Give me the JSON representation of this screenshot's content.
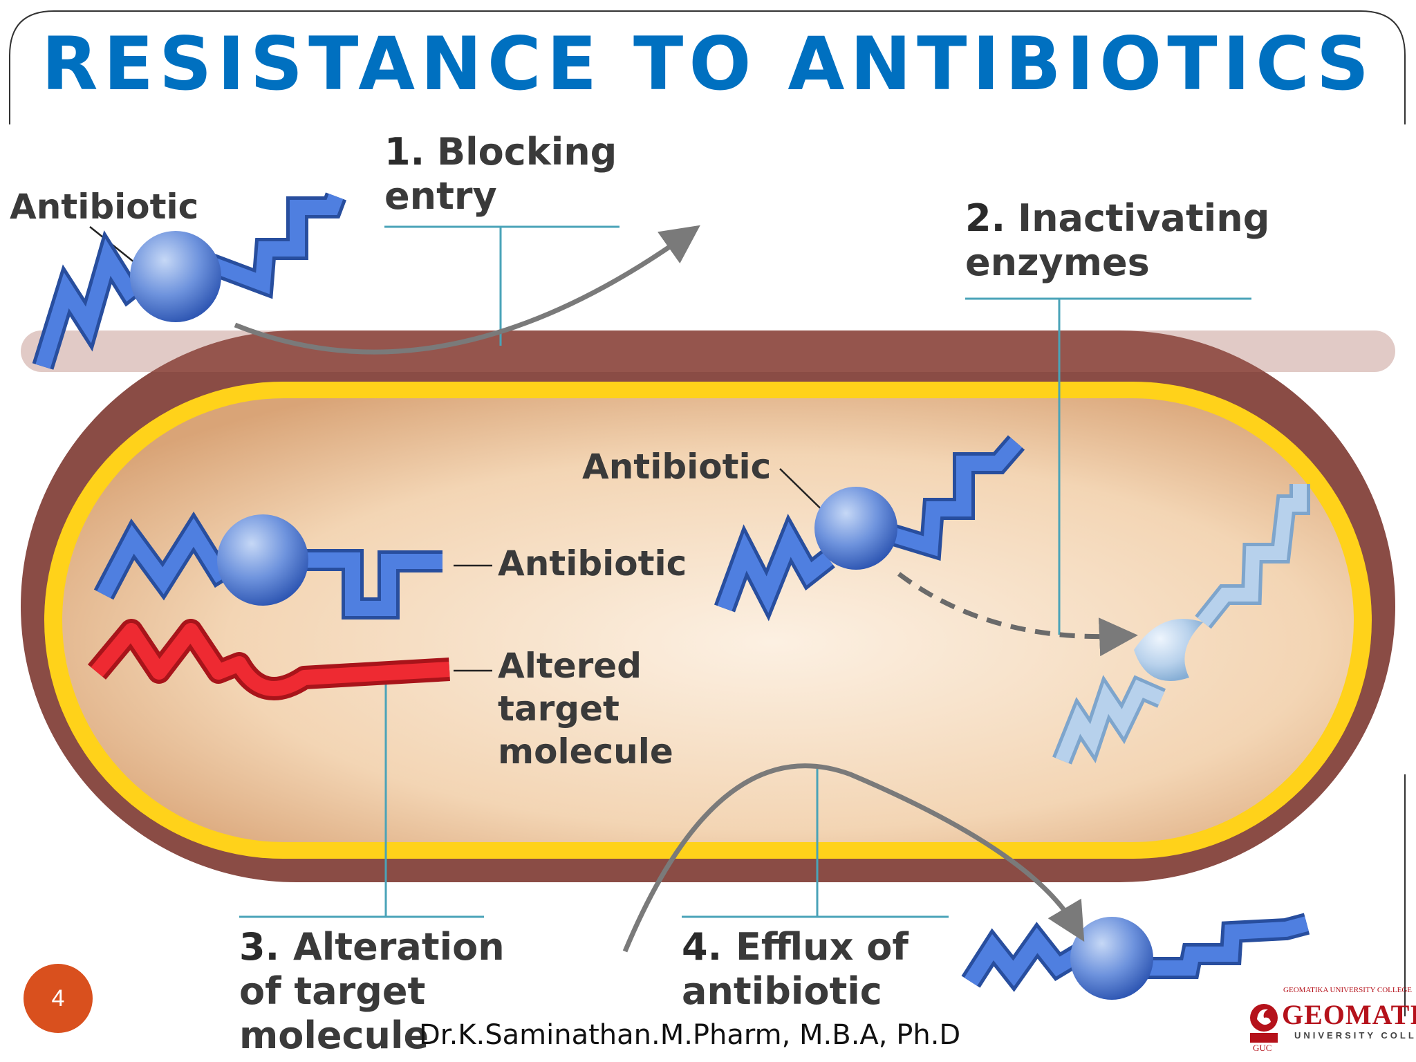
{
  "slide": {
    "title": "RESISTANCE TO ANTIBIOTICS",
    "page_number": "4",
    "author": "Dr.K.Saminathan.M.Pharm, M.B.A, Ph.D"
  },
  "diagram": {
    "labels": {
      "antibiotic_outside": "Antibiotic",
      "antibiotic_inside_left": "Antibiotic",
      "antibiotic_inside_right": "Antibiotic",
      "altered_target": [
        "Altered",
        "target",
        "molecule"
      ]
    },
    "mechanisms": [
      {
        "number": "1.",
        "lines": [
          "Blocking",
          "entry"
        ]
      },
      {
        "number": "2.",
        "lines": [
          "Inactivating",
          "enzymes"
        ]
      },
      {
        "number": "3.",
        "lines": [
          "Alteration",
          "of target",
          "molecule"
        ]
      },
      {
        "number": "4.",
        "lines": [
          "Efflux of",
          "antibiotic"
        ]
      }
    ]
  },
  "logo": {
    "top_text": "GEOMATIKA UNIVERSITY COLLEGE",
    "name": "GEOMATIKA",
    "subtitle": "UNIVERSITY COLLEGE",
    "abbr": "GUC"
  },
  "colors": {
    "title": "#0070c0",
    "antibiotic": "#3d6fd1",
    "altered_target": "#e8232b",
    "inactivated": "#a9c7e6",
    "cell_wall": "#8a4c45",
    "membrane": "#ffd21a",
    "cytoplasm": "#f5d6b5",
    "badge": "#d9501e",
    "logo": "#b5121b"
  }
}
